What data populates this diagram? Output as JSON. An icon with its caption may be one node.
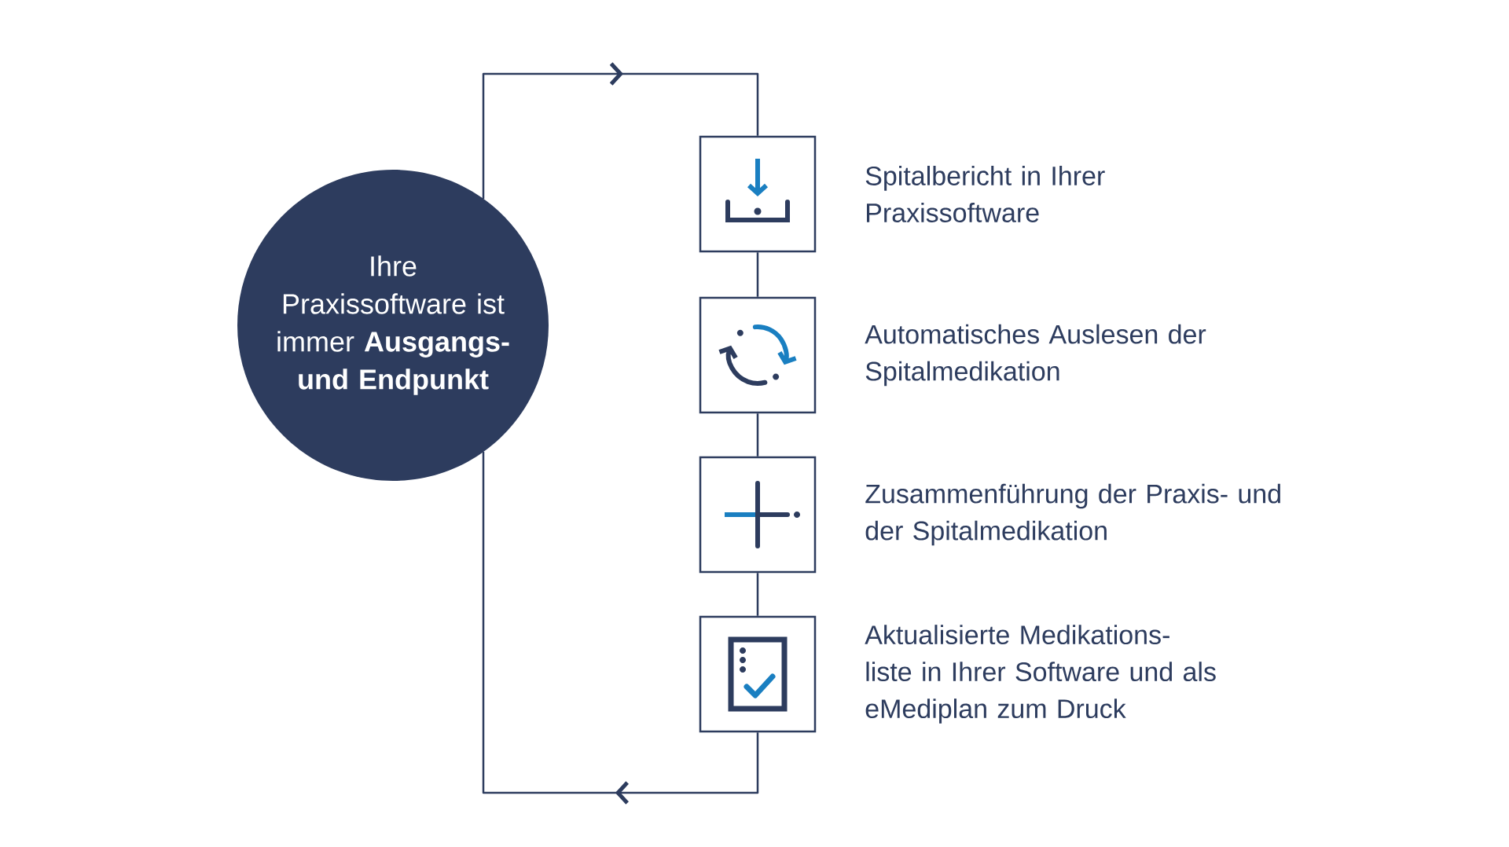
{
  "diagram": {
    "nodes": [
      {
        "text": [
          "Ihre Praxissoftware ist immer **Ausgangs- und Endpunkt**"
        ]
      },
      {
        "text": [],
        "shape": "box",
        "beside": [
          "Spitalbericht in Ihrer Praxissoftware"
        ]
      },
      {
        "text": [],
        "shape": "box",
        "beside": [
          "Automatisches Auslesen der Spitalmedikation"
        ]
      },
      {
        "text": [],
        "shape": "box",
        "beside": [
          "Zusammenführung der Praxis- und der Spitalmedikation"
        ]
      },
      {
        "text": [],
        "shape": "box",
        "beside": [
          "Aktualisierte Medikations- liste in Ihrer Software und als eMediplan zum Druck"
        ]
      }
    ],
    "edges": [
      {
        "from": 0,
        "to": 1,
        "arrow": "to"
      },
      {
        "from": 1,
        "to": 2,
        "arrow": "none"
      },
      {
        "from": 2,
        "to": 3,
        "arrow": "none"
      },
      {
        "from": 3,
        "to": 4,
        "arrow": "none"
      },
      {
        "from": 4,
        "to": 0,
        "arrow": "to"
      }
    ]
  }
}
